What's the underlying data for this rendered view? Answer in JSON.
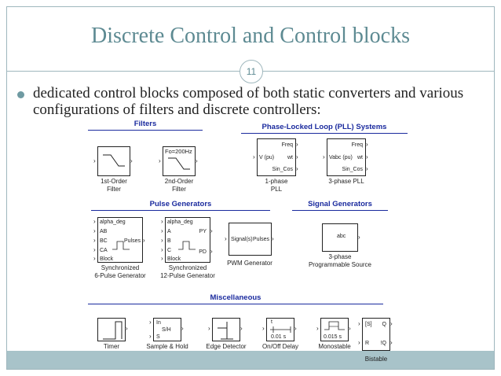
{
  "slide": {
    "title": "Discrete Control and Control blocks",
    "page_number": "11",
    "bullet": "dedicated control blocks composed of both static converters and various configurations of filters and discrete controllers:"
  },
  "sections": {
    "filters": "Filters",
    "pll": "Phase-Locked Loop (PLL) Systems",
    "pulse": "Pulse Generators",
    "signal": "Signal Generators",
    "misc": "Miscellaneous"
  },
  "blocks": {
    "first_order": {
      "caption_1": "1st-Order",
      "caption_2": "Filter"
    },
    "second_order": {
      "label": "Fo=200Hz",
      "caption_1": "2nd-Order",
      "caption_2": "Filter"
    },
    "pll1": {
      "in": "V (pu)",
      "out_freq": "Freq",
      "out_wt": "wt",
      "out_sincos": "Sin_Cos",
      "caption_1": "1-phase",
      "caption_2": "PLL"
    },
    "pll3": {
      "in": "Vabc (pu)",
      "out_freq": "Freq",
      "out_wt": "wt",
      "out_sincos": "Sin_Cos",
      "caption": "3-phase PLL"
    },
    "pulse6": {
      "p1": "alpha_deg",
      "p2": "AB",
      "p3": "BC",
      "p4": "CA",
      "p5": "Block",
      "out": "Pulses",
      "caption_1": "Synchronized",
      "caption_2": "6-Pulse Generator"
    },
    "pulse12": {
      "p1": "alpha_deg",
      "p2": "A",
      "p3": "B",
      "p4": "C",
      "p5": "Block",
      "out_py": "PY",
      "out_pd": "PD",
      "caption_1": "Synchronized",
      "caption_2": "12-Pulse Generator"
    },
    "pwm": {
      "in": "Signal(s)",
      "out": "Pulses",
      "caption": "PWM Generator"
    },
    "prog_source": {
      "label": "abc",
      "caption_1": "3-phase",
      "caption_2": "Programmable Source"
    },
    "timer": {
      "caption": "Timer"
    },
    "sample_hold": {
      "in": "In",
      "sh": "S/H",
      "s": "S",
      "caption": "Sample & Hold"
    },
    "edge": {
      "caption": "Edge Detector"
    },
    "onoff": {
      "t": "t",
      "delay": "0.01 s",
      "caption": "On/Off Delay"
    },
    "mono": {
      "delay": "0.015 s",
      "caption": "Monostable"
    },
    "bistable": {
      "s": "[S]",
      "q": "Q",
      "r": "R",
      "nq": "!Q",
      "caption": "Bistable"
    }
  }
}
